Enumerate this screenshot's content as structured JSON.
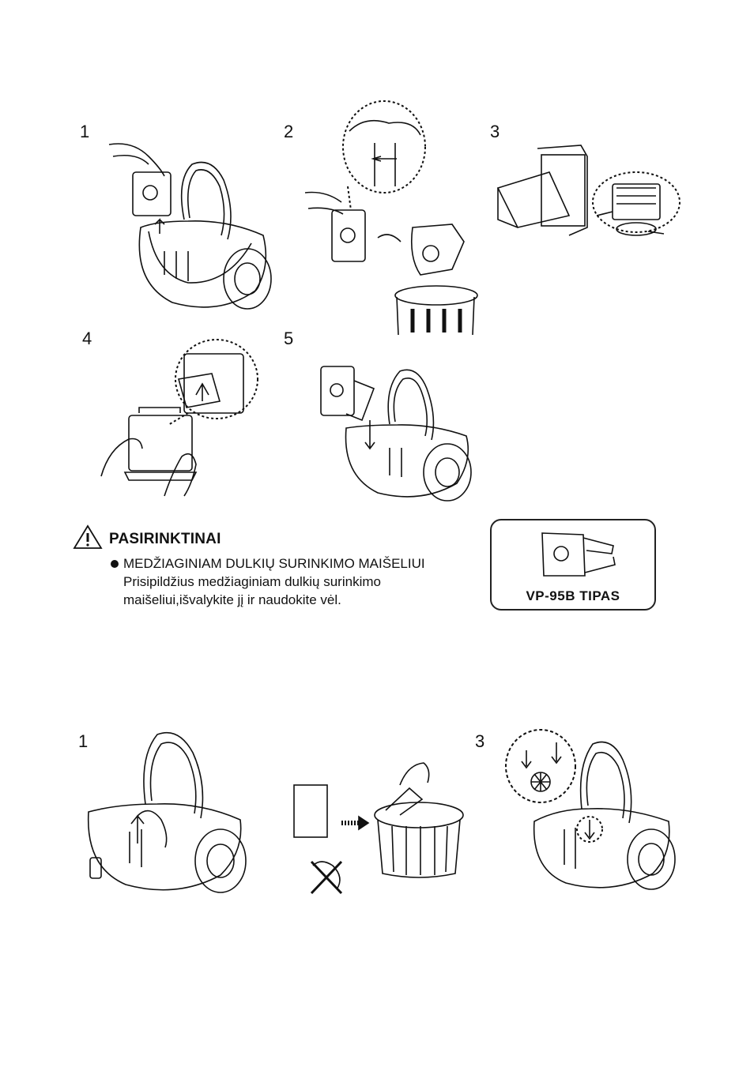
{
  "steps_top": {
    "labels": [
      "1",
      "2",
      "3",
      "4",
      "5"
    ]
  },
  "steps_bottom": {
    "labels": [
      "1",
      "3"
    ]
  },
  "notice": {
    "icon": "warning-triangle-icon",
    "title": "PASIRINKTINAI",
    "bullet": "MEDŽIAGINIAM DULKIŲ SURINKIMO MAIŠELIUI",
    "line2": "Prisipildžius medžiaginiam dulkių surinkimo",
    "line3": "maišeliui,išvalykite jį ir naudokite vėl."
  },
  "model": {
    "label": "VP-95B TIPAS"
  }
}
